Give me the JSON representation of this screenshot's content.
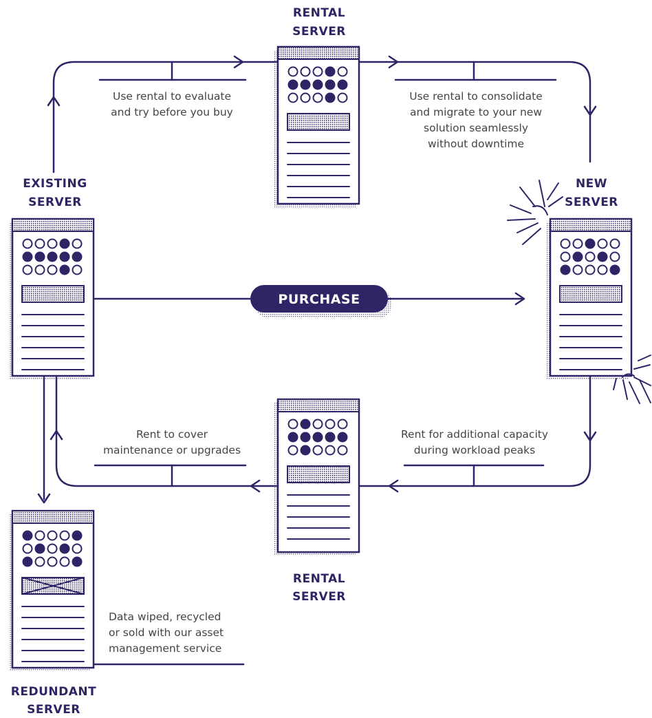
{
  "colors": {
    "primary": "#2e2567",
    "text": "#444444",
    "background": "#ffffff"
  },
  "servers": {
    "rental_top": {
      "label_line1": "RENTAL",
      "label_line2": "SERVER",
      "leds": [
        0,
        0,
        0,
        1,
        0,
        1,
        1,
        1,
        1,
        1,
        0,
        0,
        0,
        1,
        0
      ]
    },
    "existing": {
      "label_line1": "EXISTING",
      "label_line2": "SERVER",
      "leds": [
        0,
        0,
        0,
        1,
        0,
        1,
        1,
        1,
        1,
        1,
        0,
        0,
        0,
        1,
        0
      ]
    },
    "new": {
      "label_line1": "NEW",
      "label_line2": "SERVER",
      "leds": [
        0,
        0,
        1,
        0,
        0,
        0,
        1,
        0,
        1,
        0,
        1,
        0,
        0,
        0,
        1
      ]
    },
    "rental_bottom": {
      "label_line1": "RENTAL",
      "label_line2": "SERVER",
      "leds": [
        0,
        1,
        0,
        0,
        0,
        1,
        1,
        1,
        1,
        1,
        0,
        1,
        0,
        0,
        0
      ]
    },
    "redundant": {
      "label_line1": "REDUNDANT",
      "label_line2": "SERVER",
      "leds": [
        1,
        0,
        0,
        0,
        1,
        0,
        1,
        0,
        1,
        0,
        1,
        0,
        0,
        0,
        1
      ]
    }
  },
  "notes": {
    "evaluate": {
      "line1": "Use rental to evaluate",
      "line2": "and try before you buy"
    },
    "consolidate": {
      "line1": "Use rental to consolidate",
      "line2": "and migrate to your new",
      "line3": "solution seamlessly",
      "line4": "without downtime"
    },
    "maintenance": {
      "line1": "Rent to cover",
      "line2": "maintenance or upgrades"
    },
    "capacity": {
      "line1": "Rent for additional capacity",
      "line2": "during workload peaks"
    },
    "wiped": {
      "line1": "Data wiped, recycled",
      "line2": "or sold with our asset",
      "line3": "management service"
    }
  },
  "purchase": {
    "label": "PURCHASE"
  }
}
